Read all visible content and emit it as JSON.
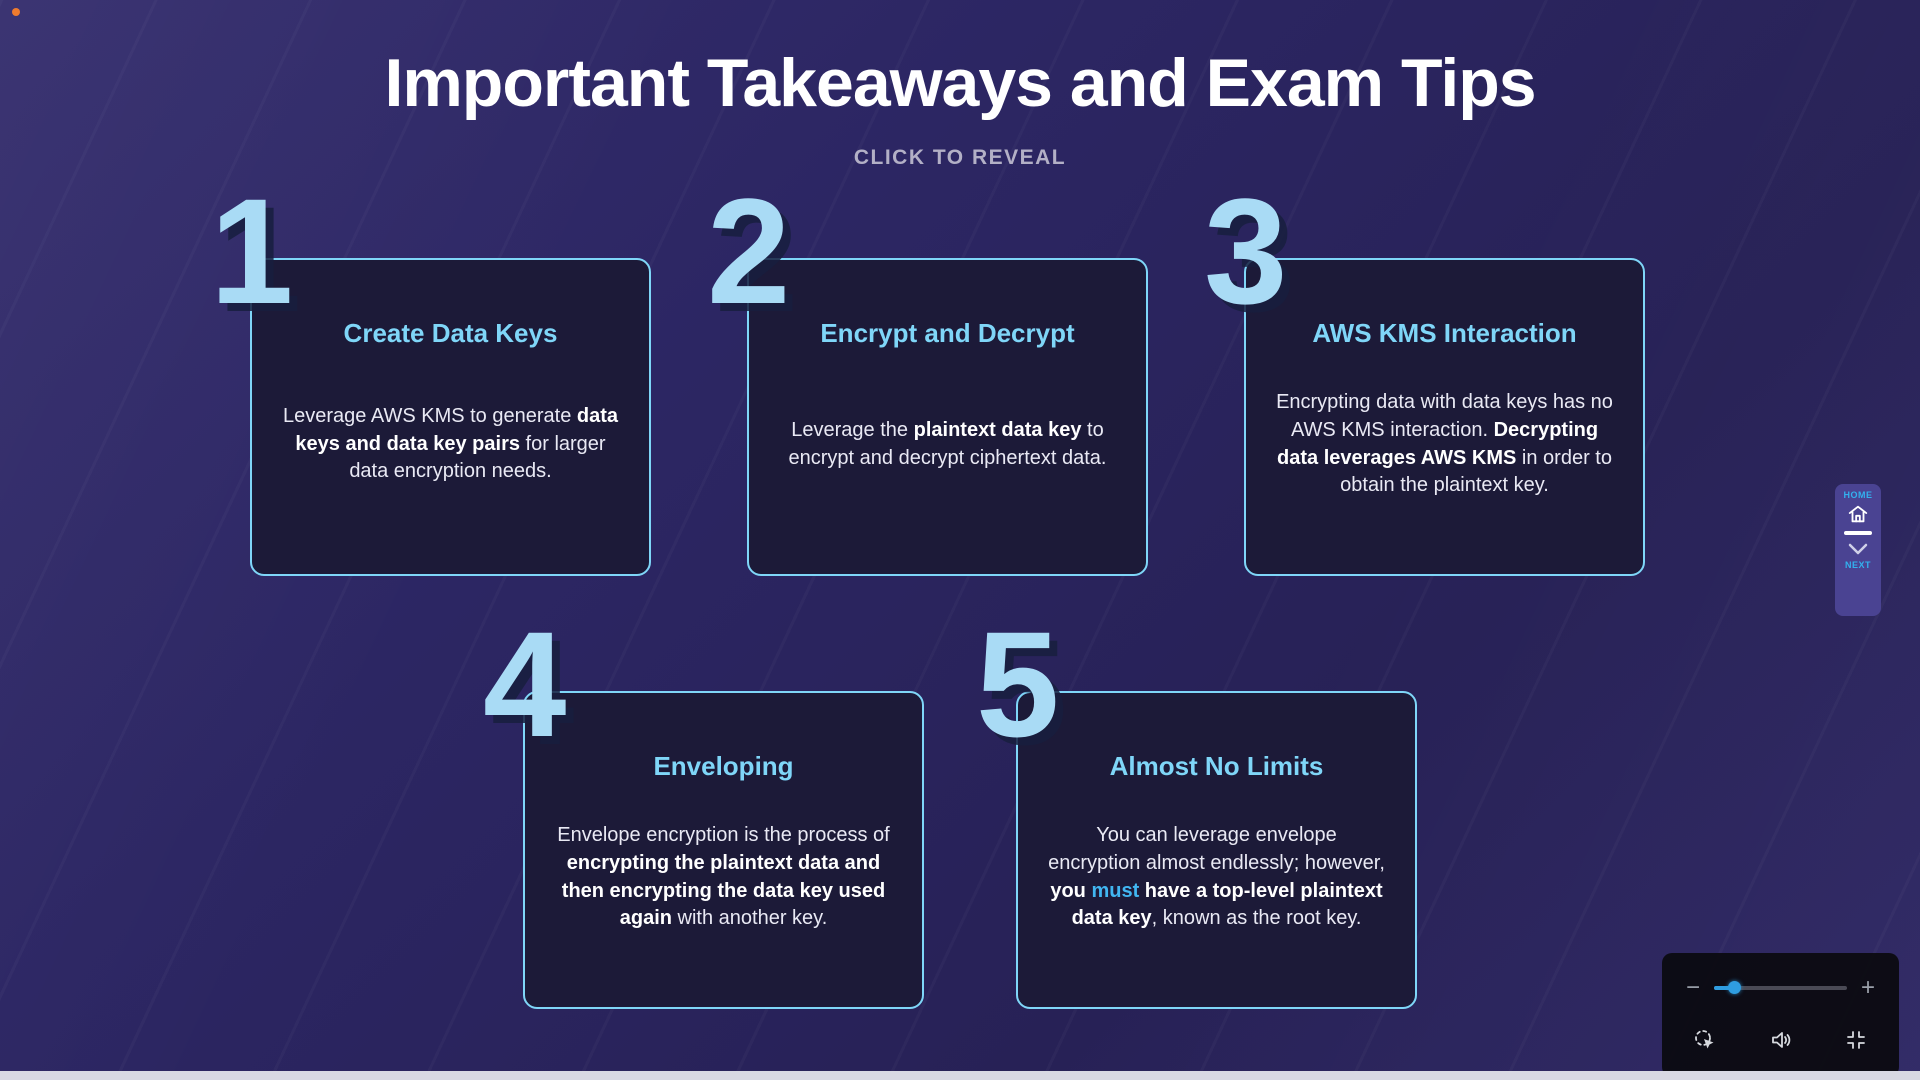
{
  "page": {
    "title": "Important Takeaways and Exam Tips",
    "subtitle": "CLICK TO REVEAL"
  },
  "cards": [
    {
      "number": "1",
      "heading": "Create Data Keys",
      "segments": [
        {
          "text": "Leverage AWS KMS to generate "
        },
        {
          "text": "data keys and data key pairs"
        },
        {
          "text": " for larger data encryption needs."
        }
      ]
    },
    {
      "number": "2",
      "heading": "Encrypt and Decrypt",
      "segments": [
        {
          "text": "Leverage the "
        },
        {
          "text": "plaintext data key"
        },
        {
          "text": " to encrypt and decrypt ciphertext data."
        }
      ]
    },
    {
      "number": "3",
      "heading": "AWS KMS Interaction",
      "segments": [
        {
          "text": "Encrypting data with data keys has no AWS KMS interaction. "
        },
        {
          "text": "Decrypting data leverages AWS KMS"
        },
        {
          "text": " in order to obtain the plaintext key."
        }
      ]
    },
    {
      "number": "4",
      "heading": "Enveloping",
      "segments": [
        {
          "text": "Envelope encryption is the process of "
        },
        {
          "text": "encrypting the plaintext data and then encrypting the data key used again"
        },
        {
          "text": " with another key."
        }
      ]
    },
    {
      "number": "5",
      "heading": "Almost No Limits",
      "segments": [
        {
          "text": "You can leverage envelope encryption almost endlessly; however, "
        },
        {
          "text": "you "
        },
        {
          "text": "must"
        },
        {
          "text": " have a top-level plaintext data key"
        },
        {
          "text": ", known as the root key."
        }
      ]
    }
  ],
  "side_nav": {
    "home_label": "HOME",
    "next_label": "NEXT",
    "icons": [
      "home-icon",
      "chevron-down-icon"
    ]
  },
  "controls": {
    "zoom_out_label": "−",
    "zoom_in_label": "+",
    "slider_percent": 15,
    "icons": [
      "cursor-click-icon",
      "volume-icon",
      "compress-icon"
    ]
  },
  "colors": {
    "accent": "#7fd6f8",
    "number_blue": "#a9dbf5",
    "highlight_blue": "#41b6f1",
    "slider_blue": "#2f9de0",
    "nav_label_blue": "#33b1ee",
    "card_bg": "#1c1a38",
    "background": "#2b2560"
  }
}
